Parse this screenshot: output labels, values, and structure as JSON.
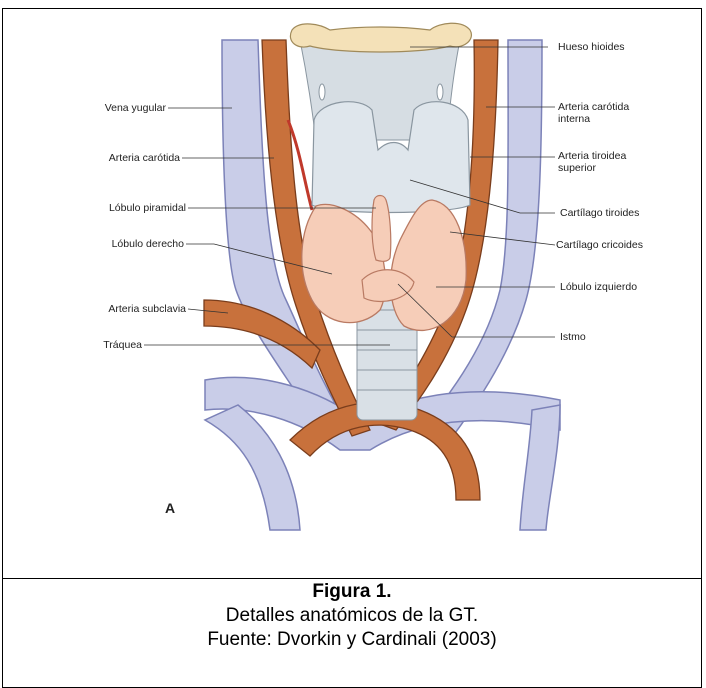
{
  "labels_left": {
    "vena_yugular": "Vena yugular",
    "arteria_carotida": "Arteria carótida",
    "lobulo_piramidal": "Lóbulo piramidal",
    "lobulo_derecho": "Lóbulo derecho",
    "arteria_subclavia": "Arteria subclavia",
    "traquea": "Tráquea"
  },
  "labels_right": {
    "hueso_hioides": "Hueso hioides",
    "arteria_carotida_interna_1": "Arteria carótida",
    "arteria_carotida_interna_2": "interna",
    "arteria_tiroidea_superior_1": "Arteria tiroidea",
    "arteria_tiroidea_superior_2": "superior",
    "cartilago_tiroides": "Cartílago tiroides",
    "cartilago_cricoides": "Cartílago cricoides",
    "lobulo_izquierdo": "Lóbulo izquierdo",
    "istmo": "Istmo"
  },
  "panel_letter": "A",
  "caption": {
    "title": "Figura 1.",
    "line1": "Detalles anatómicos de la GT.",
    "line2": "Fuente: Dvorkin y Cardinali (2003)"
  },
  "colors": {
    "vein": "#c9cde8",
    "vein_edge": "#7c82b8",
    "artery": "#c8713c",
    "artery_edge": "#7a3d1c",
    "thyroid": "#f6cdb8",
    "thyroid_edge": "#b97a63",
    "cartilage": "#d6dde3",
    "hyoid": "#f4e1b8",
    "trachea": "#d9e0e6"
  }
}
